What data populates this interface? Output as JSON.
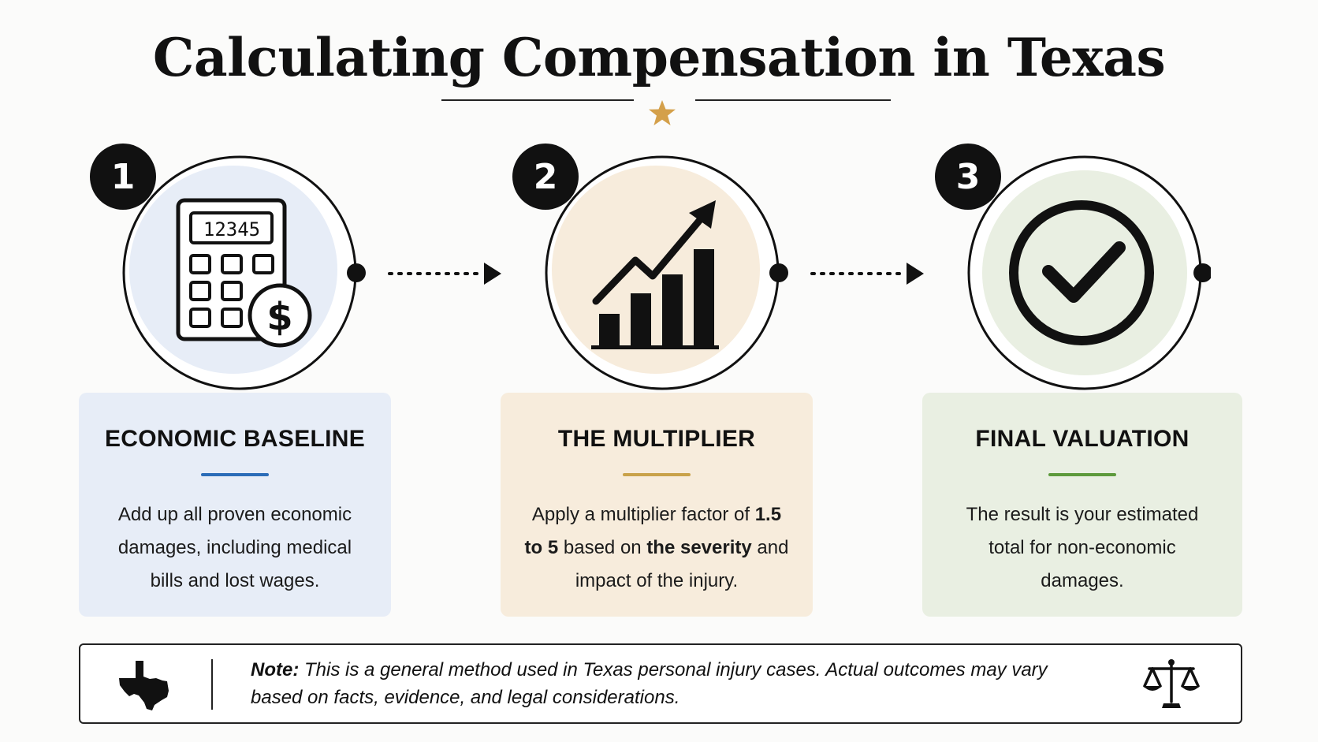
{
  "title": "Calculating Compensation in Texas",
  "colors": {
    "star": "#d4a04a",
    "blue_accent": "#2b6cb8",
    "tan_accent": "#c9a24a",
    "green_accent": "#5d9a3c"
  },
  "steps": [
    {
      "number": "1",
      "icon": "calculator-dollar-icon",
      "calculator_display": "12345",
      "title": "ECONOMIC BASELINE",
      "text": "Add up all proven economic damages, including medical bills and lost wages."
    },
    {
      "number": "2",
      "icon": "growth-chart-icon",
      "title": "THE MULTIPLIER",
      "text_part1": "Apply a multiplier factor of ",
      "text_bold1": "1.5 to 5",
      "text_part2": " based on ",
      "text_bold2": "the severity",
      "text_part3": " and impact of the injury."
    },
    {
      "number": "3",
      "icon": "checkmark-circle-icon",
      "title": "FINAL VALUATION",
      "text": "The result is your estimated total for non-economic damages."
    }
  ],
  "note": {
    "label": "Note:",
    "text": " This is a general method used in Texas personal injury cases. Actual outcomes may vary based on facts, evidence, and legal considerations.",
    "left_icon": "texas-map-icon",
    "right_icon": "scales-of-justice-icon"
  }
}
